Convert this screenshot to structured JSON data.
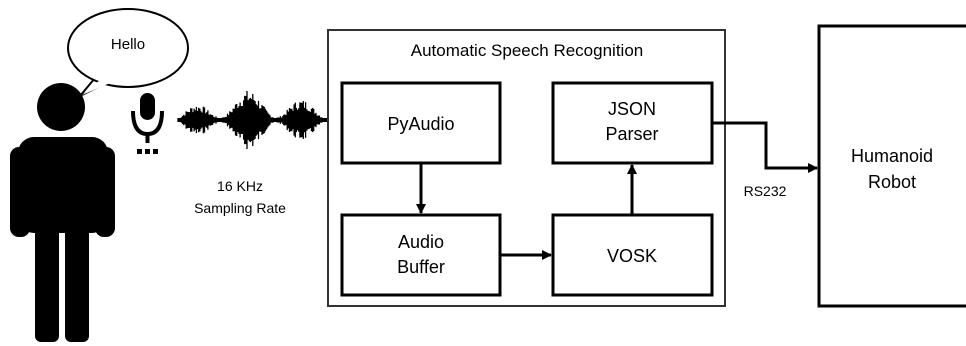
{
  "speech_bubble": {
    "text": "Hello"
  },
  "sampling": {
    "line1": "16 KHz",
    "line2": "Sampling Rate"
  },
  "asr": {
    "title": "Automatic Speech Recognition",
    "pyaudio": "PyAudio",
    "audio_buffer": {
      "line1": "Audio",
      "line2": "Buffer"
    },
    "vosk": "VOSK",
    "json_parser": {
      "line1": "JSON",
      "line2": "Parser"
    }
  },
  "link_label": "RS232",
  "robot": {
    "line1": "Humanoid",
    "line2": "Robot"
  },
  "icons": {
    "person": "person-icon",
    "microphone": "microphone-icon",
    "waveform": "audio-waveform-icon"
  },
  "colors": {
    "stroke": "#000000",
    "container_stroke": "#333333",
    "background": "#ffffff"
  }
}
